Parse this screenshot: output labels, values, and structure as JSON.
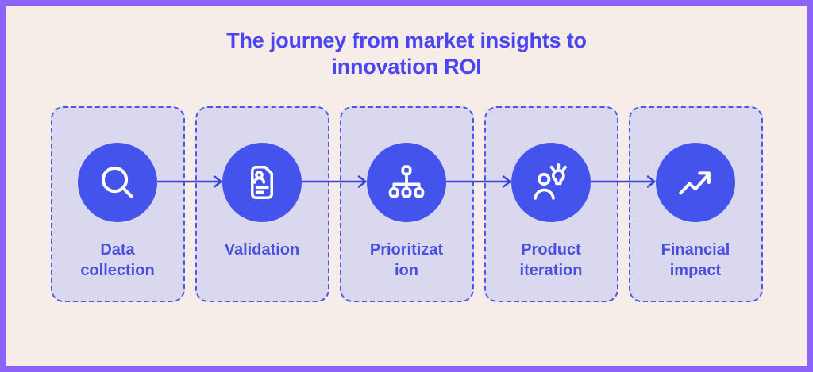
{
  "title": {
    "text": "The journey from market insights to innovation ROI",
    "lines": [
      "The journey from market insights to",
      "innovation ROI"
    ]
  },
  "steps": [
    {
      "id": "data-collection",
      "label": "Data collection",
      "lines": [
        "Data",
        "collection"
      ],
      "icon": "search-icon"
    },
    {
      "id": "validation",
      "label": "Validation",
      "lines": [
        "Validation"
      ],
      "icon": "document-profile-icon"
    },
    {
      "id": "prioritization",
      "label": "Prioritization",
      "lines": [
        "Prioritizat",
        "ion"
      ],
      "icon": "hierarchy-icon"
    },
    {
      "id": "product-iteration",
      "label": "Product iteration",
      "lines": [
        "Product",
        "iteration"
      ],
      "icon": "person-lightbulb-icon"
    },
    {
      "id": "financial-impact",
      "label": "Financial impact",
      "lines": [
        "Financial",
        "impact"
      ],
      "icon": "trending-up-icon"
    }
  ],
  "flow": {
    "connector_count": 4,
    "direction": "left-to-right"
  },
  "colors": {
    "frame": "#8d64f8",
    "background": "#f6ede8",
    "card_fill": "#d9d8ee",
    "card_border": "#4d55ea",
    "circle_fill": "#4553ed",
    "icon_stroke": "#ffffff",
    "label_text": "#4a4fe2",
    "title_text": "#4c46f2",
    "arrow": "#3b43d9"
  }
}
